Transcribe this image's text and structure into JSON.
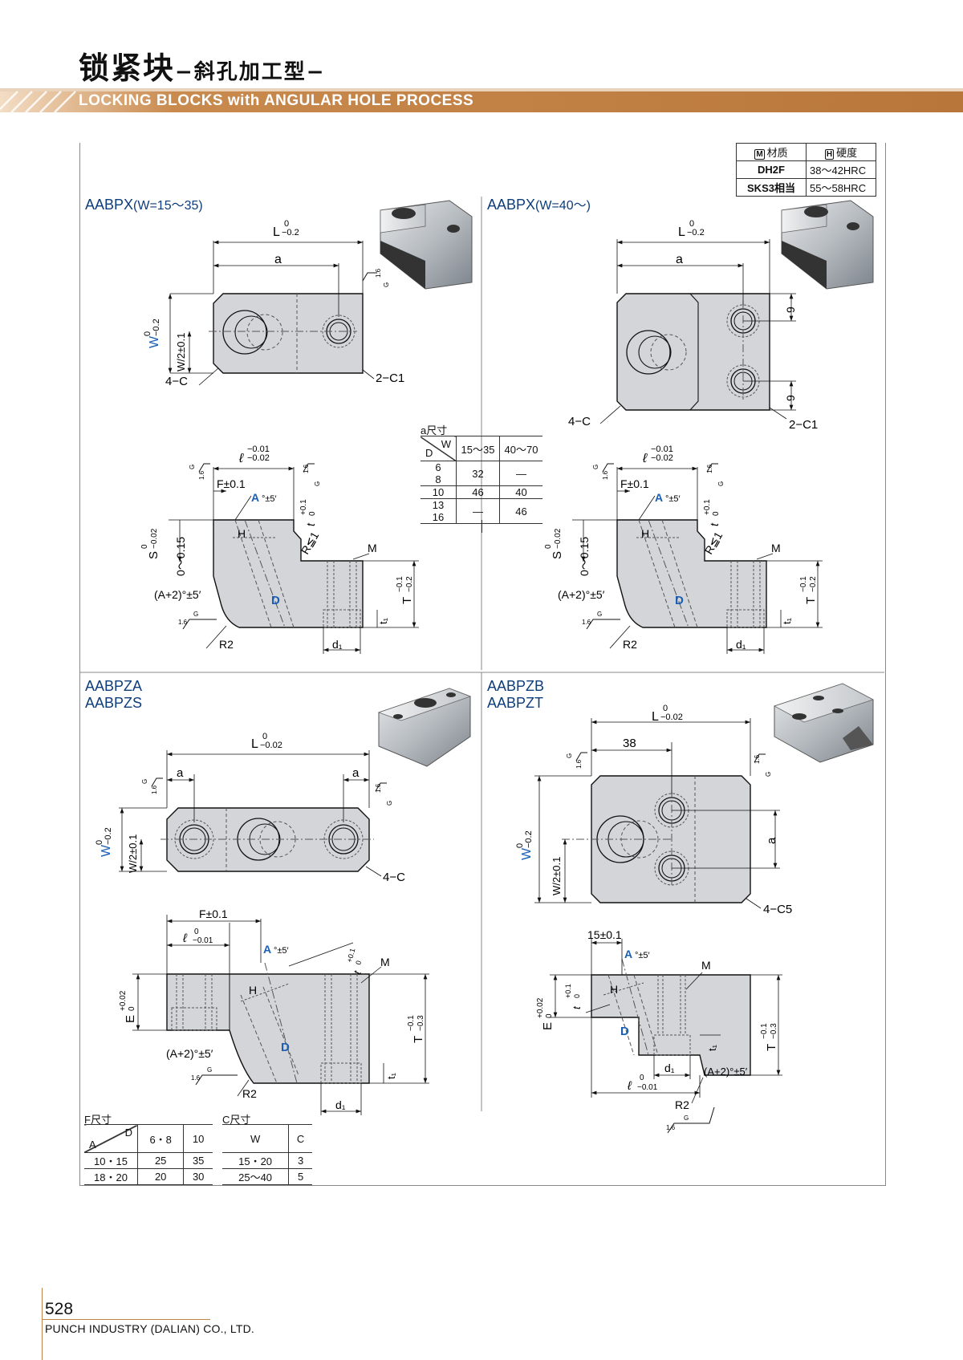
{
  "header": {
    "title_cn": "锁紧块",
    "subtitle_cn": "−斜孔加工型−",
    "title_en": "LOCKING BLOCKS with ANGULAR HOLE PROCESS"
  },
  "material_table": {
    "header_material": "材质",
    "header_hardness": "硬度",
    "header_material_mark": "M",
    "header_hardness_mark": "H",
    "rows": [
      {
        "material": "DH2F",
        "hardness": "38～42HRC"
      },
      {
        "material": "SKS3相当",
        "hardness": "55～58HRC"
      }
    ]
  },
  "sections": {
    "s1": {
      "code": "AABPX",
      "note": "(W=15～35)"
    },
    "s2": {
      "code": "AABPX",
      "note": "(W=40～)"
    },
    "s3": {
      "code1": "AABPZA",
      "code2": "AABPZS"
    },
    "s4": {
      "code1": "AABPZB",
      "code2": "AABPZT"
    }
  },
  "a_table": {
    "title": "a尺寸",
    "corner_w": "W",
    "corner_d": "D",
    "cols": [
      "15～35",
      "40～70"
    ],
    "rows": [
      {
        "d": "6",
        "v1": "32",
        "v2": "—"
      },
      {
        "d": "8",
        "v1": "",
        "v2": ""
      },
      {
        "d": "10",
        "v1": "46",
        "v2": "40"
      },
      {
        "d": "13",
        "v1": "—",
        "v2": "46"
      },
      {
        "d": "16",
        "v1": "",
        "v2": ""
      }
    ]
  },
  "f_table": {
    "title": "F尺寸",
    "corner_d": "D",
    "corner_a": "A",
    "cols": [
      "6・8",
      "10"
    ],
    "rows": [
      {
        "a": "10・15",
        "v1": "25",
        "v2": "35"
      },
      {
        "a": "18・20",
        "v1": "20",
        "v2": "30"
      }
    ]
  },
  "c_table": {
    "title": "C尺寸",
    "col_w": "W",
    "col_c": "C",
    "rows": [
      {
        "w": "15・20",
        "c": "3"
      },
      {
        "w": "25～40",
        "c": "5"
      }
    ]
  },
  "dims": {
    "L": "L",
    "L_tol_up": "0",
    "L_tol_lo": "−0.2",
    "L_tol_lo2": "−0.02",
    "a": "a",
    "W": "W",
    "W_tol_up": "0",
    "W_tol_lo": "−0.2",
    "W2": "W/2±0.1",
    "c4": "4−C",
    "c2": "2−C1",
    "c5": "4−C5",
    "nine": "9",
    "l": "ℓ",
    "l_tol_up": "−0.01",
    "l_tol_lo": "−0.02",
    "l_tol_up3": "0",
    "l_tol_lo3": "−0.01",
    "F": "F±0.1",
    "A": "A",
    "A_tol": "°±5′",
    "S": "S",
    "S_tol_up": "0",
    "S_tol_lo": "−0.02",
    "zero_range": "0～0.15",
    "H": "H",
    "t": "t",
    "t_tol_up": "+0.1",
    "t_tol_lo": "0",
    "R1": "R≦1",
    "M": "M",
    "D": "D",
    "A2": "(A+2)°±5′",
    "T": "T",
    "T_tol_up": "−0.1",
    "T_tol_lo": "−0.2",
    "T_tol_lo3": "−0.3",
    "t1": "t₁",
    "d1": "d₁",
    "R2": "R2",
    "E": "E",
    "E_tol_up": "+0.02",
    "E_tol_lo": "0",
    "fifteen": "15±0.1",
    "thirtyeight": "38",
    "rough": "1.6",
    "G": "G"
  },
  "footer": {
    "page": "528",
    "company": "PUNCH INDUSTRY (DALIAN) CO., LTD."
  }
}
